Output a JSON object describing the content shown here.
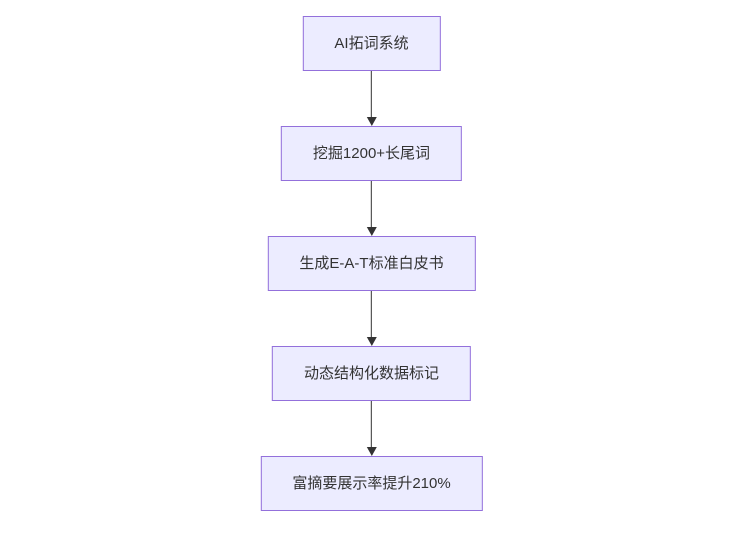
{
  "diagram": {
    "type": "flowchart",
    "direction": "top-down",
    "colors": {
      "node_fill": "#ECECFF",
      "node_border": "#9370DB",
      "arrow_color": "#333333",
      "text_color": "#333333"
    },
    "nodes": [
      {
        "id": "1",
        "label": "AI拓词系统"
      },
      {
        "id": "2",
        "label": "挖掘1200+长尾词"
      },
      {
        "id": "3",
        "label": "生成E-A-T标准白皮书"
      },
      {
        "id": "4",
        "label": "动态结构化数据标记"
      },
      {
        "id": "5",
        "label": "富摘要展示率提升210%"
      }
    ],
    "edges": [
      {
        "from": "1",
        "to": "2"
      },
      {
        "from": "2",
        "to": "3"
      },
      {
        "from": "3",
        "to": "4"
      },
      {
        "from": "4",
        "to": "5"
      }
    ]
  }
}
